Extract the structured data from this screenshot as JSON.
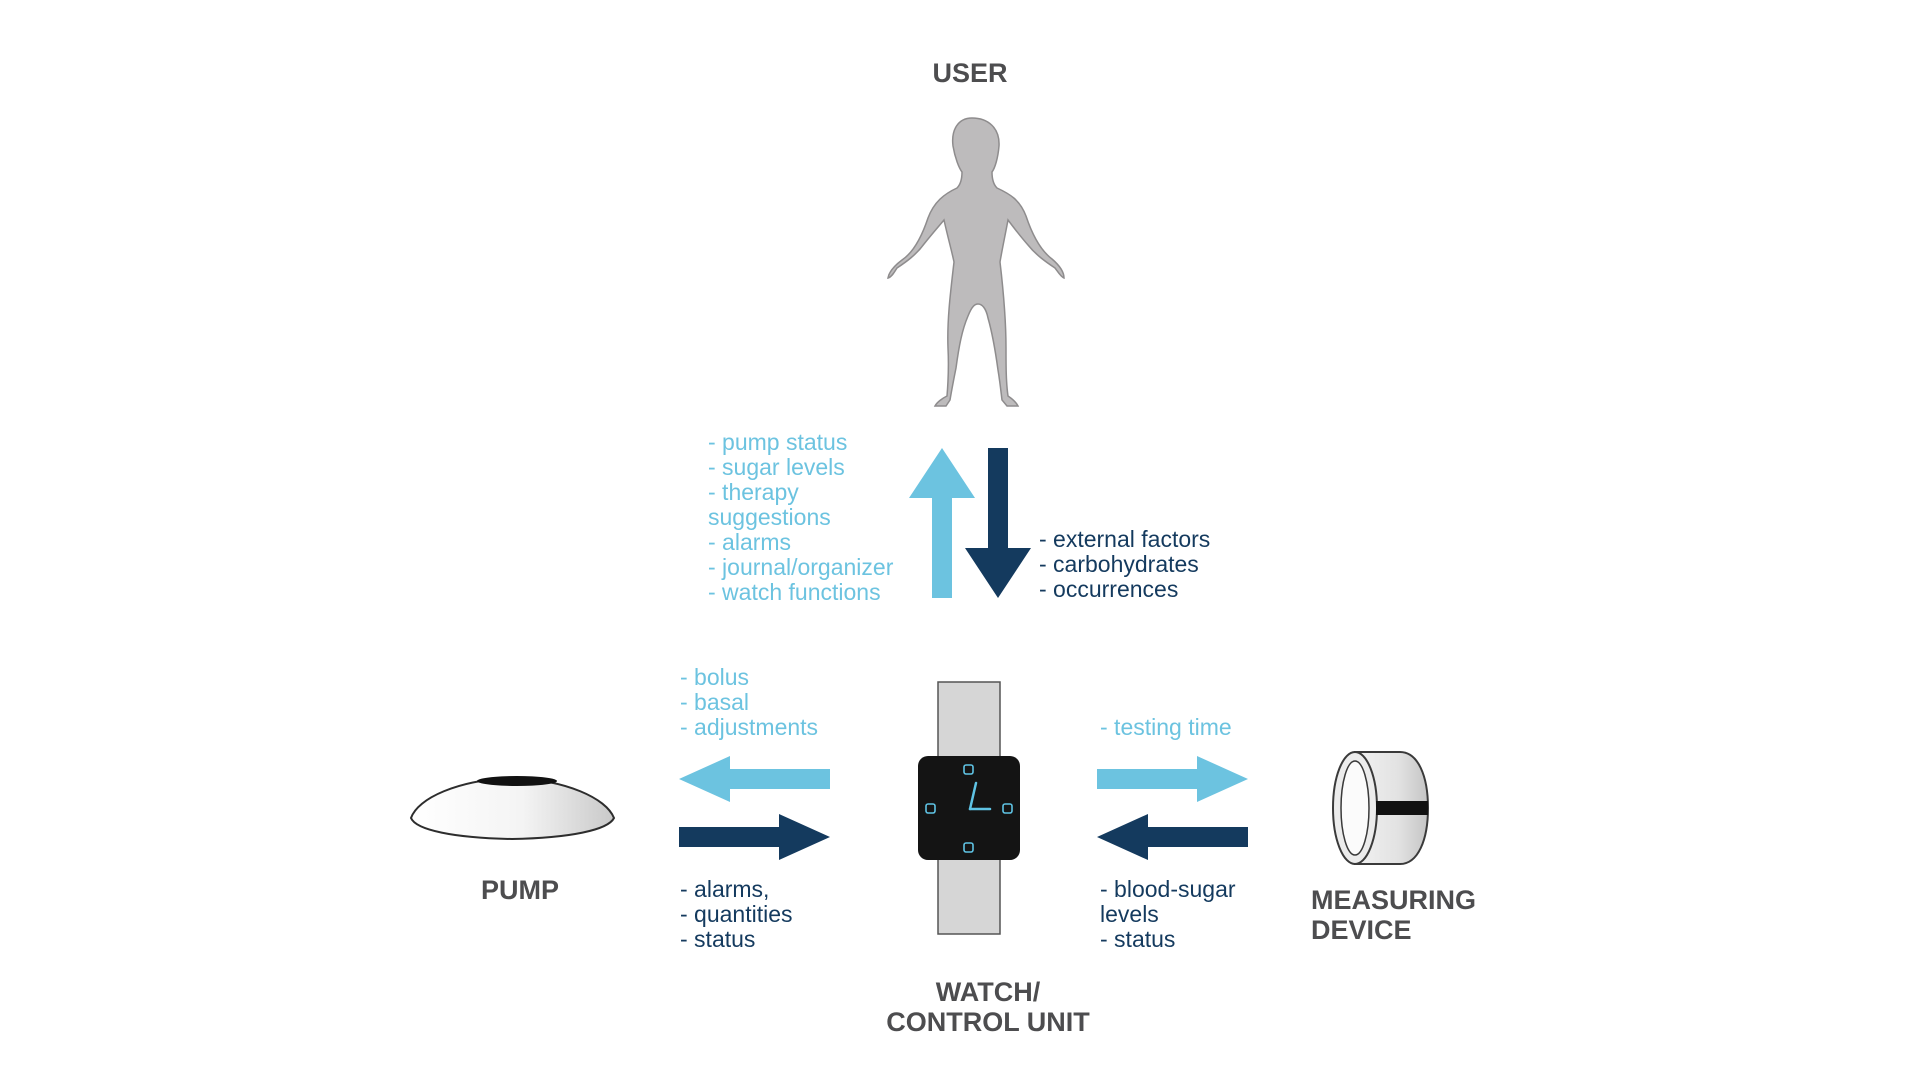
{
  "colors": {
    "light_blue": "#6cc3e0",
    "dark_blue": "#143a5e",
    "label_gray": "#4d4d4f",
    "figure_gray": "#bdbbbc"
  },
  "nodes": {
    "user": {
      "label": "USER",
      "icon": "person-silhouette-icon"
    },
    "pump": {
      "label": "PUMP",
      "icon": "insulin-pump-icon"
    },
    "watch": {
      "label_line1": "WATCH/",
      "label_line2": "CONTROL UNIT",
      "icon": "wristwatch-icon"
    },
    "measuring": {
      "label_line1": "MEASURING",
      "label_line2": "DEVICE",
      "icon": "measuring-ring-icon"
    }
  },
  "flows": {
    "watch_to_user": [
      "- pump status",
      "- sugar levels",
      "- therapy",
      "suggestions",
      "- alarms",
      "- journal/organizer",
      "- watch functions"
    ],
    "user_to_watch": [
      "- external factors",
      "- carbohydrates",
      "- occurrences"
    ],
    "watch_to_pump": [
      "- bolus",
      "- basal",
      "- adjustments"
    ],
    "pump_to_watch": [
      "- alarms,",
      "- quantities",
      "- status"
    ],
    "watch_to_measuring": [
      "- testing time"
    ],
    "measuring_to_watch": [
      "- blood-sugar",
      "levels",
      "- status"
    ]
  }
}
